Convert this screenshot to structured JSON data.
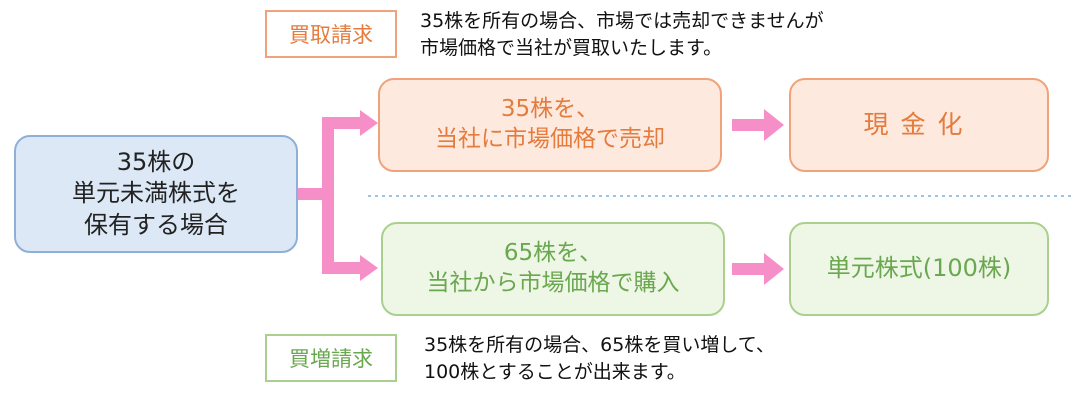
{
  "source": {
    "lines": [
      "35株の",
      "単元未満株式を",
      "保有する場合"
    ]
  },
  "sell_path": {
    "tag": "買取請求",
    "description": [
      "35株を所有の場合、市場では売却できませんが",
      "市場価格で当社が買取いたします。"
    ],
    "step1": [
      "35株を、",
      "当社に市場価格で売却"
    ],
    "step2": "現金化"
  },
  "buy_path": {
    "tag": "買増請求",
    "description": [
      "35株を所有の場合、65株を買い増して、",
      "100株とすることが出来ます。"
    ],
    "step1": [
      "65株を、",
      "当社から市場価格で購入"
    ],
    "step2": "単元株式(100株)"
  },
  "colors": {
    "source_fill": "#dce8f5",
    "source_border": "#8fb0d6",
    "orange_fill": "#fde9de",
    "orange_border": "#f0a27a",
    "orange_text": "#e57b3c",
    "green_fill": "#eef6e6",
    "green_border": "#a9d08e",
    "green_text": "#6aa84f",
    "arrow_pink": "#f68fc8",
    "divider": "#9dc3e6"
  }
}
